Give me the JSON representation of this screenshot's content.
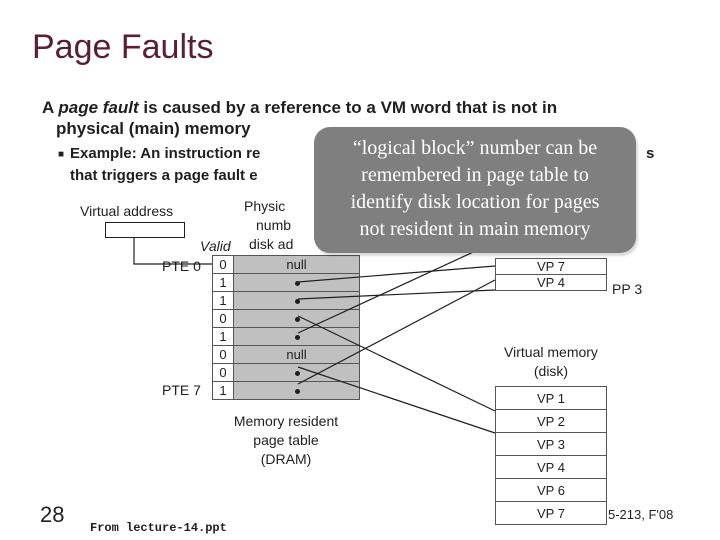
{
  "slide": {
    "title": "Page Faults",
    "line1_prefix": "A ",
    "line1_term": "page fault",
    "line1_rest": " is caused by a reference to a VM word that is not in",
    "line2": "physical (main) memory",
    "bullet": "■",
    "example1": "Example: An instruction re",
    "example1_tail": "s",
    "example2": "that triggers a page fault e",
    "slide_number": "28",
    "footer": "From lecture-14.ppt",
    "course_code": "5-213, F'08"
  },
  "callout": {
    "lines": [
      "“logical block” number can be",
      "remembered in page table to",
      "identify disk location for pages",
      "not resident in main memory"
    ]
  },
  "diagram": {
    "virtual_address_label": "Virtual address",
    "physical_label_1": "Physic",
    "physical_label_2": "numb",
    "physical_label_3": "disk ad",
    "valid_header": "Valid",
    "pte0_label": "PTE 0",
    "pte7_label": "PTE 7",
    "page_table_rows": [
      {
        "valid": "0",
        "addr": "null",
        "pointer": false
      },
      {
        "valid": "1",
        "addr": "",
        "pointer": true
      },
      {
        "valid": "1",
        "addr": "",
        "pointer": true
      },
      {
        "valid": "0",
        "addr": "",
        "pointer": true
      },
      {
        "valid": "1",
        "addr": "",
        "pointer": true
      },
      {
        "valid": "0",
        "addr": "null",
        "pointer": false
      },
      {
        "valid": "0",
        "addr": "",
        "pointer": true
      },
      {
        "valid": "1",
        "addr": "",
        "pointer": true
      }
    ],
    "page_table_caption": [
      "Memory resident",
      "page table",
      "(DRAM)"
    ],
    "physical_memory_entries": [
      "VP 7",
      "VP 4"
    ],
    "pp3_label": "PP 3",
    "virtual_memory_caption": [
      "Virtual memory",
      "(disk)"
    ],
    "virtual_memory_entries": [
      "VP 1",
      "VP 2",
      "VP 3",
      "VP 4",
      "VP 6",
      "VP 7"
    ]
  }
}
